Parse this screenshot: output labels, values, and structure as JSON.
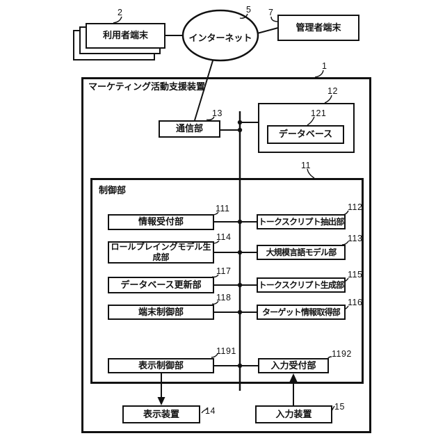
{
  "diagram": {
    "outer": {
      "label": "マーケティング活動支援装置",
      "ref": "1"
    },
    "user_terminal": {
      "label": "利用者端末",
      "ref": "2"
    },
    "internet": {
      "label": "インターネット",
      "ref": "5"
    },
    "admin_terminal": {
      "label": "管理者端末",
      "ref": "7"
    },
    "communication_unit": {
      "label": "通信部",
      "ref": "13"
    },
    "storage_box": {
      "ref": "12"
    },
    "database": {
      "label": "データベース",
      "ref": "121"
    },
    "control_unit": {
      "label": "制御部",
      "ref": "11"
    },
    "info_reception": {
      "label": "情報受付部",
      "ref": "111"
    },
    "talk_script_extraction": {
      "label": "トークスクリプト抽出部",
      "ref": "112"
    },
    "roleplay_model_generation": {
      "label": "ロールプレイングモデル生成部",
      "ref": "114"
    },
    "llm_unit": {
      "label": "大規模言語モデル部",
      "ref": "113"
    },
    "database_update": {
      "label": "データベース更新部",
      "ref": "117"
    },
    "talk_script_generation": {
      "label": "トークスクリプト生成部",
      "ref": "115"
    },
    "terminal_control": {
      "label": "端末制御部",
      "ref": "118"
    },
    "target_info_acquisition": {
      "label": "ターゲット情報取得部",
      "ref": "116"
    },
    "display_control": {
      "label": "表示制御部",
      "ref": "1191"
    },
    "input_reception": {
      "label": "入力受付部",
      "ref": "1192"
    },
    "display_device": {
      "label": "表示装置",
      "ref": "14"
    },
    "input_device": {
      "label": "入力装置",
      "ref": "15"
    }
  },
  "colors": {
    "line": "#111111",
    "background": "#ffffff"
  }
}
